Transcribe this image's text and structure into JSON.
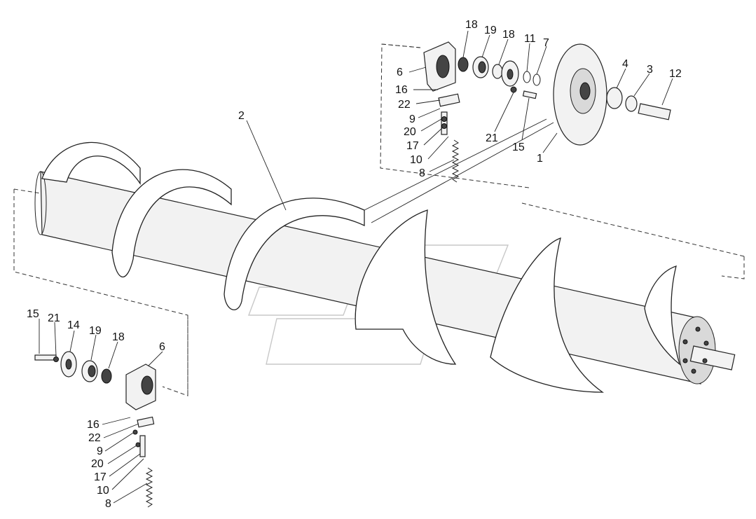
{
  "callouts": {
    "top_assembly": {
      "c18a": "18",
      "c19": "19",
      "c18b": "18",
      "c11": "11",
      "c7": "7",
      "c6": "6",
      "c16": "16",
      "c22": "22",
      "c9": "9",
      "c20": "20",
      "c17": "17",
      "c10": "10",
      "c8": "8",
      "c21": "21",
      "c15": "15",
      "c1": "1",
      "c4": "4",
      "c3": "3",
      "c12": "12"
    },
    "auger": {
      "c2": "2"
    },
    "left_assembly": {
      "c15": "15",
      "c21": "21",
      "c14": "14",
      "c19": "19",
      "c18": "18",
      "c6": "6",
      "c16": "16",
      "c22": "22",
      "c9": "9",
      "c20": "20",
      "c17": "17",
      "c10": "10",
      "c8": "8"
    }
  },
  "icons": {
    "watermark": "watermark-logo-icon"
  }
}
